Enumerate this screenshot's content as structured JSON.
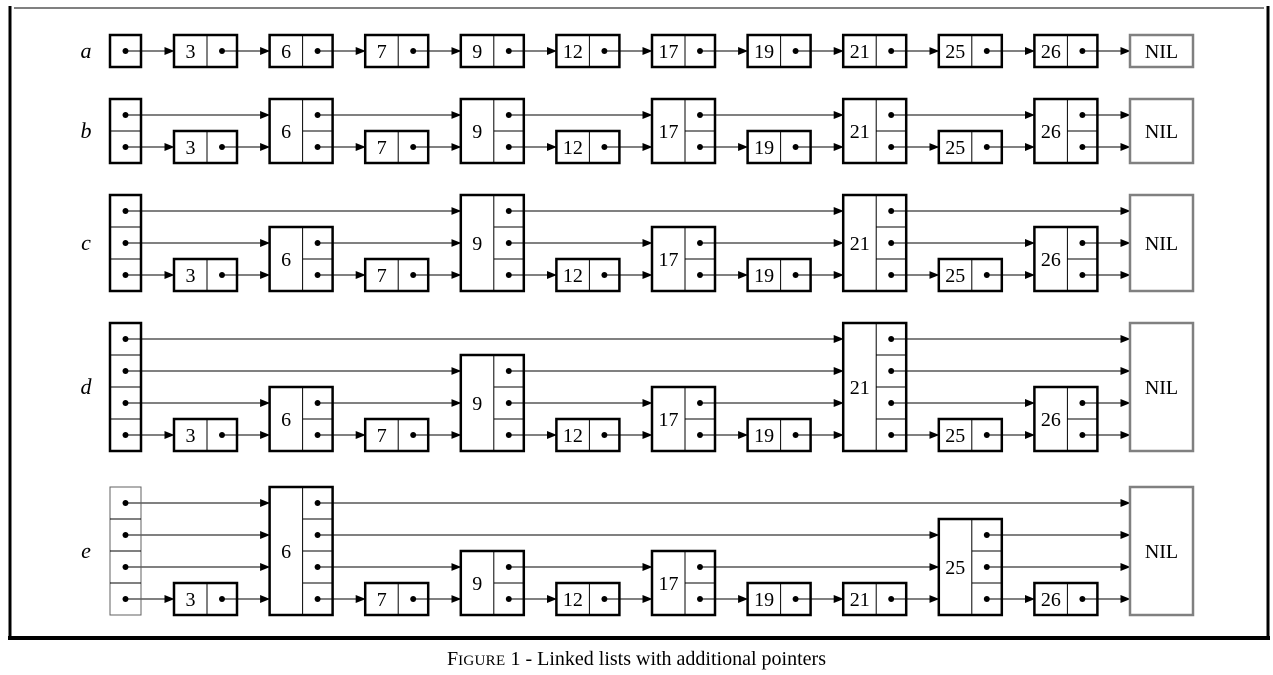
{
  "figure": {
    "caption": {
      "first_letter": "F",
      "small_caps": "IGURE",
      "rest": " 1 - Linked lists with additional pointers"
    },
    "nil_label": "NIL",
    "colors": {
      "line": "#000000",
      "nil_border": "#808080",
      "sentinel_e_border": "#606060"
    }
  },
  "lists": [
    {
      "label": "a",
      "sentinel_levels": 1,
      "nodes": [
        {
          "key": "3",
          "levels": 1
        },
        {
          "key": "6",
          "levels": 1
        },
        {
          "key": "7",
          "levels": 1
        },
        {
          "key": "9",
          "levels": 1
        },
        {
          "key": "12",
          "levels": 1
        },
        {
          "key": "17",
          "levels": 1
        },
        {
          "key": "19",
          "levels": 1
        },
        {
          "key": "21",
          "levels": 1
        },
        {
          "key": "25",
          "levels": 1
        },
        {
          "key": "26",
          "levels": 1
        }
      ]
    },
    {
      "label": "b",
      "sentinel_levels": 2,
      "nodes": [
        {
          "key": "3",
          "levels": 1
        },
        {
          "key": "6",
          "levels": 2
        },
        {
          "key": "7",
          "levels": 1
        },
        {
          "key": "9",
          "levels": 2
        },
        {
          "key": "12",
          "levels": 1
        },
        {
          "key": "17",
          "levels": 2
        },
        {
          "key": "19",
          "levels": 1
        },
        {
          "key": "21",
          "levels": 2
        },
        {
          "key": "25",
          "levels": 1
        },
        {
          "key": "26",
          "levels": 2
        }
      ]
    },
    {
      "label": "c",
      "sentinel_levels": 3,
      "nodes": [
        {
          "key": "3",
          "levels": 1
        },
        {
          "key": "6",
          "levels": 2
        },
        {
          "key": "7",
          "levels": 1
        },
        {
          "key": "9",
          "levels": 3
        },
        {
          "key": "12",
          "levels": 1
        },
        {
          "key": "17",
          "levels": 2
        },
        {
          "key": "19",
          "levels": 1
        },
        {
          "key": "21",
          "levels": 3
        },
        {
          "key": "25",
          "levels": 1
        },
        {
          "key": "26",
          "levels": 2
        }
      ]
    },
    {
      "label": "d",
      "sentinel_levels": 4,
      "nodes": [
        {
          "key": "3",
          "levels": 1
        },
        {
          "key": "6",
          "levels": 2
        },
        {
          "key": "7",
          "levels": 1
        },
        {
          "key": "9",
          "levels": 3
        },
        {
          "key": "12",
          "levels": 1
        },
        {
          "key": "17",
          "levels": 2
        },
        {
          "key": "19",
          "levels": 1
        },
        {
          "key": "21",
          "levels": 4
        },
        {
          "key": "25",
          "levels": 1
        },
        {
          "key": "26",
          "levels": 2
        }
      ]
    },
    {
      "label": "e",
      "sentinel_levels": 4,
      "nodes": [
        {
          "key": "3",
          "levels": 1
        },
        {
          "key": "6",
          "levels": 4
        },
        {
          "key": "7",
          "levels": 1
        },
        {
          "key": "9",
          "levels": 2
        },
        {
          "key": "12",
          "levels": 1
        },
        {
          "key": "17",
          "levels": 2
        },
        {
          "key": "19",
          "levels": 1
        },
        {
          "key": "21",
          "levels": 1
        },
        {
          "key": "25",
          "levels": 3
        },
        {
          "key": "26",
          "levels": 1
        }
      ]
    }
  ]
}
